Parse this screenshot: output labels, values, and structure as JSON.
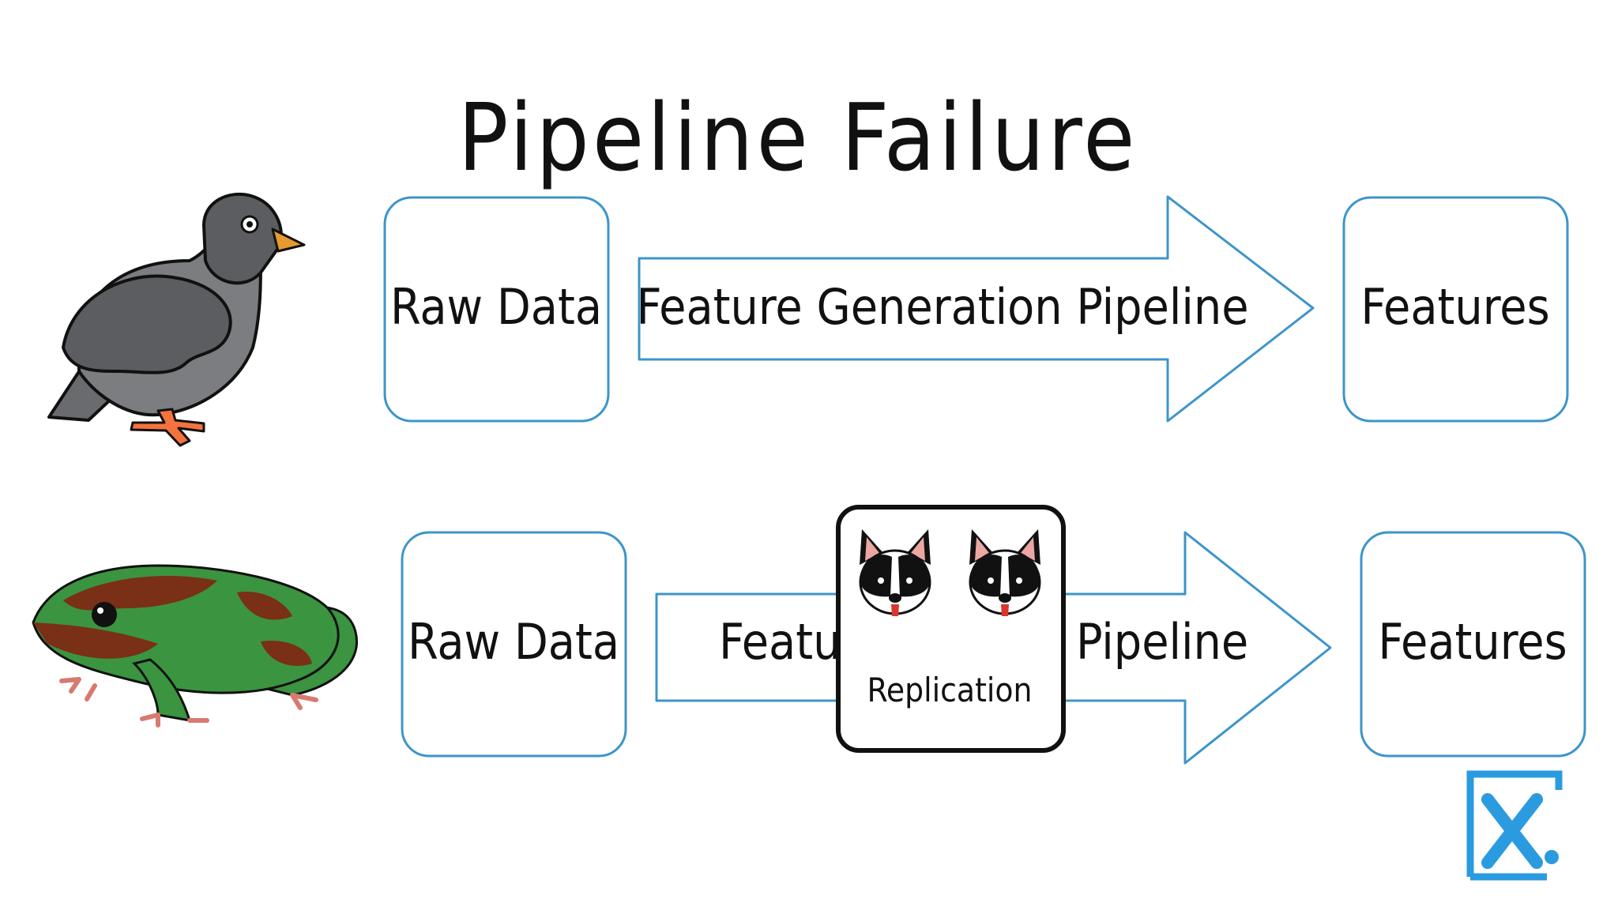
{
  "title": "Pipeline Failure",
  "colors": {
    "box_stroke": "#3d95c9",
    "ink": "#111111",
    "pigeon_body": "#5c5d60",
    "pigeon_wing": "#7c7d80",
    "pigeon_beak": "#e79a2e",
    "pigeon_feet": "#f4733c",
    "frog_green": "#3b9440",
    "frog_brown": "#7a2f17",
    "frog_pink": "#d87a6f",
    "dog_ear": "#eca7a2",
    "dog_tongue": "#d9362e",
    "logo_blue": "#2b9be0"
  },
  "row1": {
    "animal_icon": "pigeon-icon",
    "input_label": "Raw Data",
    "arrow_label": "Feature Generation Pipeline",
    "output_label": "Features"
  },
  "row2": {
    "animal_icon": "frog-icon",
    "input_label": "Raw Data",
    "arrow_label_left": "Featur",
    "arrow_label_right": "Pipeline",
    "output_label": "Features",
    "overlay": {
      "icon": "french-bulldog-icon",
      "label": "Replication"
    }
  },
  "logo_icon": "x-logo-icon"
}
